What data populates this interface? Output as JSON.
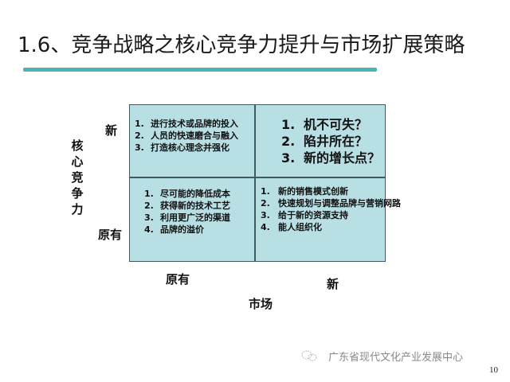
{
  "slide": {
    "title": "1.6、竞争战略之核心竞争力提升与市场扩展策略",
    "accent_color": "#4db3b7",
    "page_number": "10"
  },
  "matrix": {
    "fill_color": "#b8dfe4",
    "y_axis_title": [
      "核",
      "心",
      "竞",
      "争",
      "力"
    ],
    "y_labels": {
      "top": "新",
      "bottom": "原有"
    },
    "x_axis_title": "市场",
    "x_labels": {
      "left": "原有",
      "right": "新"
    },
    "quadrants": {
      "top_left": [
        {
          "num": "1.",
          "text": "进行技术或品牌的投入"
        },
        {
          "num": "2.",
          "text": "人员的快速磨合与融入"
        },
        {
          "num": "3.",
          "text": "打造核心理念并强化"
        }
      ],
      "top_right": [
        {
          "num": "1.",
          "text": "机不可失？"
        },
        {
          "num": "2.",
          "text": "陷井所在？"
        },
        {
          "num": "3.",
          "text": "新的增长点？"
        }
      ],
      "bottom_left": [
        {
          "num": "1.",
          "text": "尽可能的降低成本"
        },
        {
          "num": "2.",
          "text": "获得新的技术工艺"
        },
        {
          "num": "3.",
          "text": "利用更广泛的渠道"
        },
        {
          "num": "4.",
          "text": "品牌的溢价"
        }
      ],
      "bottom_right": [
        {
          "num": "1.",
          "text": "新的销售模式创新"
        },
        {
          "num": "2.",
          "text": "快速规划与调整品牌与营销网路"
        },
        {
          "num": "3.",
          "text": "给于新的资源支持"
        },
        {
          "num": "4.",
          "text": "能人组织化"
        }
      ]
    }
  },
  "footer": {
    "icon": "wechat-icon",
    "text": "广东省现代文化产业发展中心"
  }
}
